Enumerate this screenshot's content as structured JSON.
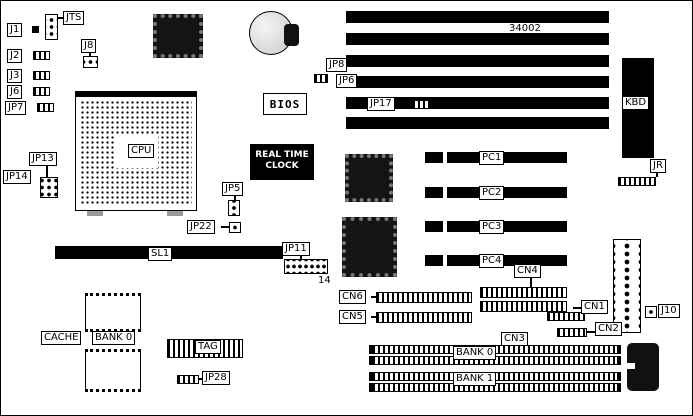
{
  "board": {
    "silkscreen": {
      "part_number": "34002",
      "jp11_pin_count": "14"
    },
    "labels": {
      "j1": "J1",
      "jts": "JTS",
      "j2": "J2",
      "j8": "J8",
      "j3": "J3",
      "j6": "J6",
      "jp7": "JP7",
      "jp8": "JP8",
      "jp6": "JP6",
      "jp17": "JP17",
      "kbd": "KBD",
      "jr": "JR",
      "pc1": "PC1",
      "pc2": "PC2",
      "pc3": "PC3",
      "pc4": "PC4",
      "jp13": "JP13",
      "jp14": "JP14",
      "jp5": "JP5",
      "jp22": "JP22",
      "sl1": "SL1",
      "jp11": "JP11",
      "cn6": "CN6",
      "cn5": "CN5",
      "cn4": "CN4",
      "cn3": "CN3",
      "cn1": "CN1",
      "cn2": "CN2",
      "j10": "J10",
      "cache": "CACHE",
      "bank0_cache": "BANK 0",
      "tag": "TAG",
      "jp28": "JP28",
      "bank0_simm": "BANK 0",
      "bank1_simm": "BANK 1",
      "cpu": "CPU",
      "bios": "BIOS",
      "rtc_line1": "REAL TIME",
      "rtc_line2": "CLOCK"
    }
  }
}
